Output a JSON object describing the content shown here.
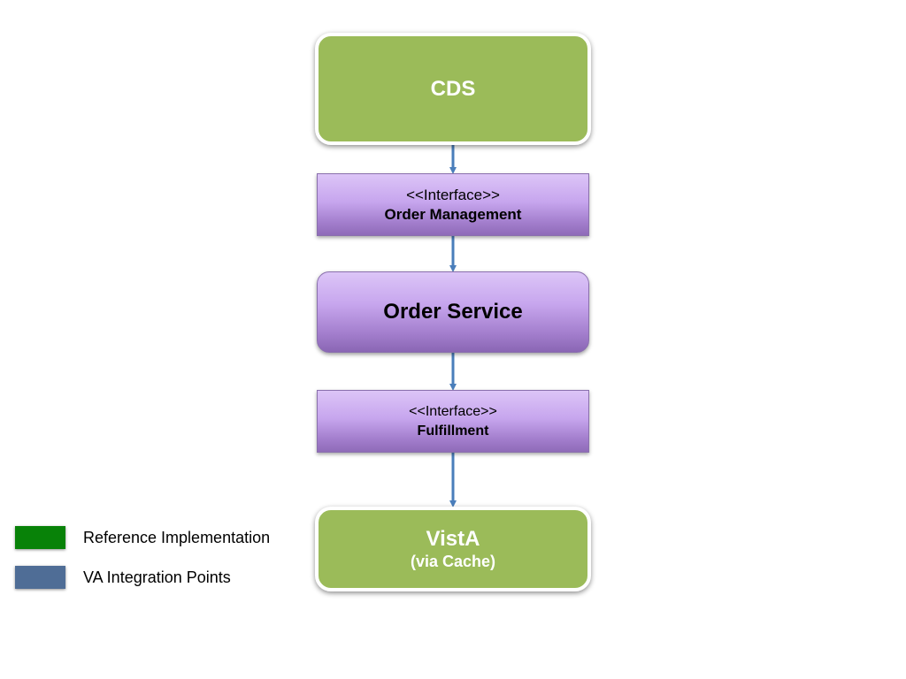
{
  "nodes": {
    "cds": {
      "label": "CDS"
    },
    "order_management_interface": {
      "stereotype": "<<Interface>>",
      "name": "Order Management"
    },
    "order_service": {
      "label": "Order Service"
    },
    "fulfillment_interface": {
      "stereotype": "<<Interface>>",
      "name": "Fulfillment"
    },
    "vista": {
      "label": "VistA",
      "sublabel": "(via Cache)"
    }
  },
  "legend": [
    {
      "label": "Reference Implementation",
      "color": "#088208"
    },
    {
      "label": "VA Integration Points",
      "color": "#4f6d96"
    }
  ],
  "colors": {
    "green_node": "#9bbb59",
    "purple_node": "#b48fe0",
    "arrow": "#4a7ebb"
  },
  "edges": [
    {
      "from": "CDS",
      "to": "Order Management"
    },
    {
      "from": "Order Management",
      "to": "Order Service"
    },
    {
      "from": "Order Service",
      "to": "Fulfillment"
    },
    {
      "from": "Fulfillment",
      "to": "VistA"
    }
  ]
}
